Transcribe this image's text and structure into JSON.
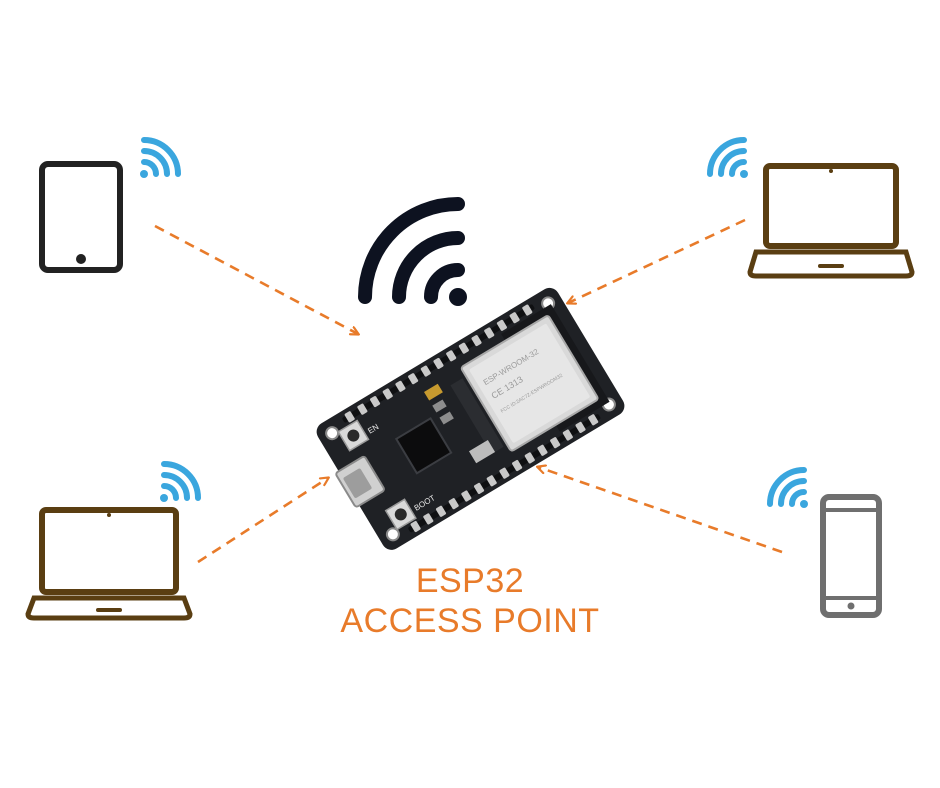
{
  "caption": {
    "line1": "ESP32",
    "line2": "ACCESS POINT"
  },
  "board": {
    "module_text": [
      "ESP-WROOM-32",
      "CE 1313",
      "FCC ID:2AC7Z-ESPWROOM32"
    ],
    "button_labels": [
      "EN",
      "BOOT"
    ]
  },
  "devices": [
    {
      "kind": "tablet",
      "icon": "tablet-icon"
    },
    {
      "kind": "laptop",
      "icon": "laptop-icon"
    },
    {
      "kind": "laptop",
      "icon": "laptop-icon"
    },
    {
      "kind": "phone",
      "icon": "smartphone-icon"
    }
  ],
  "colors": {
    "accent": "#e87b2a",
    "wifi_device": "#3aa6de",
    "wifi_board": "#0d1220",
    "tablet": "#222222",
    "laptop": "#5a3e12",
    "phone": "#6f6f6f",
    "board": "#1f2125"
  }
}
